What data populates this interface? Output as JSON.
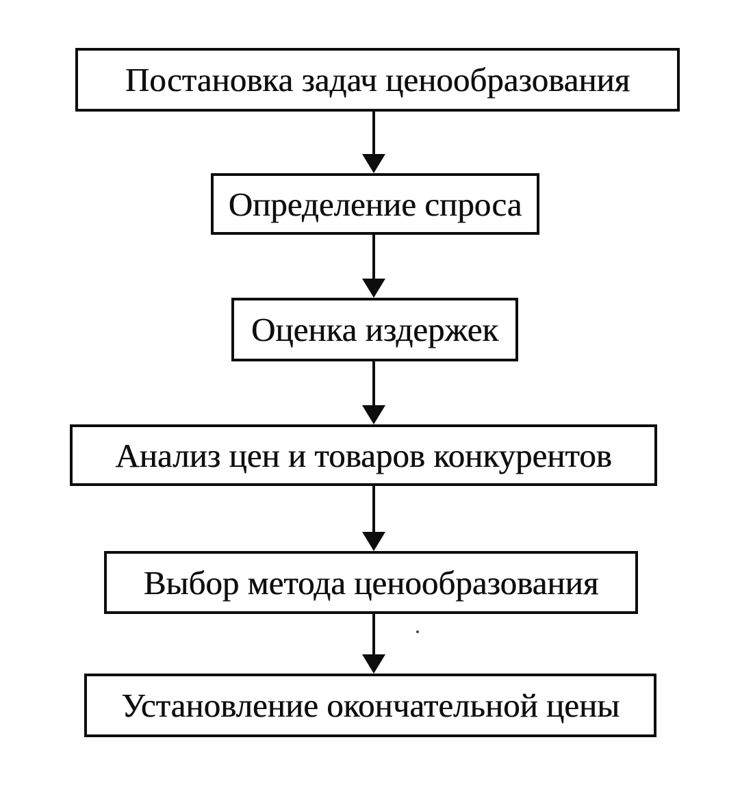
{
  "diagram": {
    "type": "flowchart",
    "direction": "top-down",
    "language": "ru",
    "steps": [
      "Постановка задач ценообразования",
      "Определение спроса",
      "Оценка издержек",
      "Анализ цен и товаров конкурентов",
      "Выбор метода ценообразования",
      "Установление окончательной цены"
    ],
    "connections": [
      {
        "from": 1,
        "to": 2
      },
      {
        "from": 2,
        "to": 3
      },
      {
        "from": 3,
        "to": 4
      },
      {
        "from": 4,
        "to": 5
      },
      {
        "from": 5,
        "to": 6
      }
    ],
    "colors": {
      "ink": "#0d0d0d",
      "background": "#ffffff"
    }
  }
}
